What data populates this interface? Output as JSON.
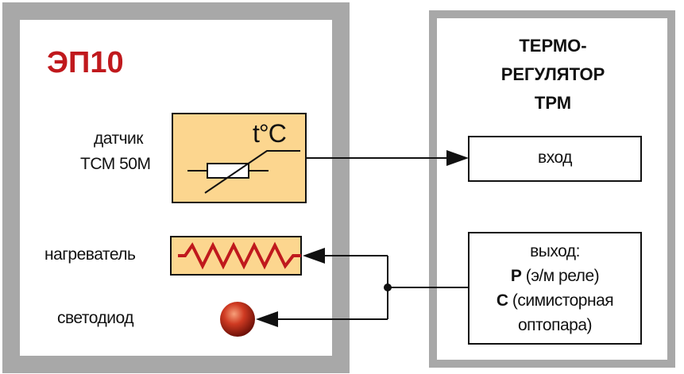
{
  "left_block": {
    "title": "ЭП10",
    "sensor_label_line1": "датчик",
    "sensor_label_line2": "ТСМ 50М",
    "sensor_symbol": "t°C",
    "heater_label": "нагреватель",
    "led_label": "светодиод"
  },
  "right_block": {
    "title_line1": "ТЕРМО-",
    "title_line2": "РЕГУЛЯТОР",
    "title_line3": "ТРМ",
    "input_label": "вход",
    "output_line1": "выход:",
    "output_line2_bold": "Р",
    "output_line2_rest": " (э/м реле)",
    "output_line3_bold": "С",
    "output_line3_rest": " (симисторная",
    "output_line4": "оптопара)"
  },
  "colors": {
    "frame_gray": "#a8a8a8",
    "component_fill": "#fcd68f",
    "title_red": "#c0191d",
    "heater_coil": "#c0191d",
    "led_red": "#c8321f",
    "line": "#111111"
  }
}
